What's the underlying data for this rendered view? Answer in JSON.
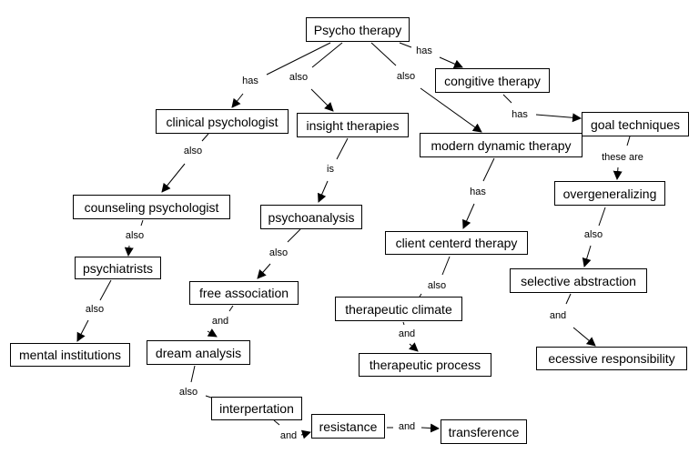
{
  "nodes": {
    "psycho_therapy": "Psycho therapy",
    "congitive_therapy": "congitive therapy",
    "clinical_psychologist": "clinical psychologist",
    "insight_therapies": "insight therapies",
    "goal_techniques": "goal techniques",
    "modern_dynamic_therapy": "modern dynamic therapy",
    "counseling_psychologist": "counseling psychologist",
    "overgeneralizing": "overgeneralizing",
    "psychoanalysis": "psychoanalysis",
    "client_centerd_therapy": "client centerd therapy",
    "psychiatrists": "psychiatrists",
    "selective_abstraction": "selective abstraction",
    "free_association": "free association",
    "therapeutic_climate": "therapeutic climate",
    "mental_institutions": "mental institutions",
    "dream_analysis": "dream analysis",
    "therapeutic_process": "therapeutic process",
    "ecessive_responsibility": "ecessive responsibility",
    "interpertation": "interpertation",
    "resistance": "resistance",
    "transference": "transference"
  },
  "links": [
    {
      "from": "Psycho therapy",
      "to": "clinical psychologist",
      "label": "has"
    },
    {
      "from": "Psycho therapy",
      "to": "insight therapies",
      "label": "also"
    },
    {
      "from": "Psycho therapy",
      "to": "modern dynamic therapy",
      "label": "also"
    },
    {
      "from": "Psycho therapy",
      "to": "congitive therapy",
      "label": "has"
    },
    {
      "from": "congitive therapy",
      "to": "goal techniques",
      "label": "has"
    },
    {
      "from": "clinical psychologist",
      "to": "counseling psychologist",
      "label": "also"
    },
    {
      "from": "insight therapies",
      "to": "psychoanalysis",
      "label": "is"
    },
    {
      "from": "modern dynamic therapy",
      "to": "client centerd therapy",
      "label": "has"
    },
    {
      "from": "goal techniques",
      "to": "overgeneralizing",
      "label": "these are"
    },
    {
      "from": "counseling psychologist",
      "to": "psychiatrists",
      "label": "also"
    },
    {
      "from": "psychoanalysis",
      "to": "free association",
      "label": "also"
    },
    {
      "from": "overgeneralizing",
      "to": "selective abstraction",
      "label": "also"
    },
    {
      "from": "psychiatrists",
      "to": "mental institutions",
      "label": "also"
    },
    {
      "from": "free association",
      "to": "dream analysis",
      "label": "and"
    },
    {
      "from": "client centerd therapy",
      "to": "therapeutic climate",
      "label": "also"
    },
    {
      "from": "selective abstraction",
      "to": "ecessive responsibility",
      "label": "and"
    },
    {
      "from": "therapeutic climate",
      "to": "therapeutic process",
      "label": "and"
    },
    {
      "from": "dream analysis",
      "to": "interpertation",
      "label": "also"
    },
    {
      "from": "interpertation",
      "to": "resistance",
      "label": "and"
    },
    {
      "from": "resistance",
      "to": "transference",
      "label": "and"
    }
  ]
}
